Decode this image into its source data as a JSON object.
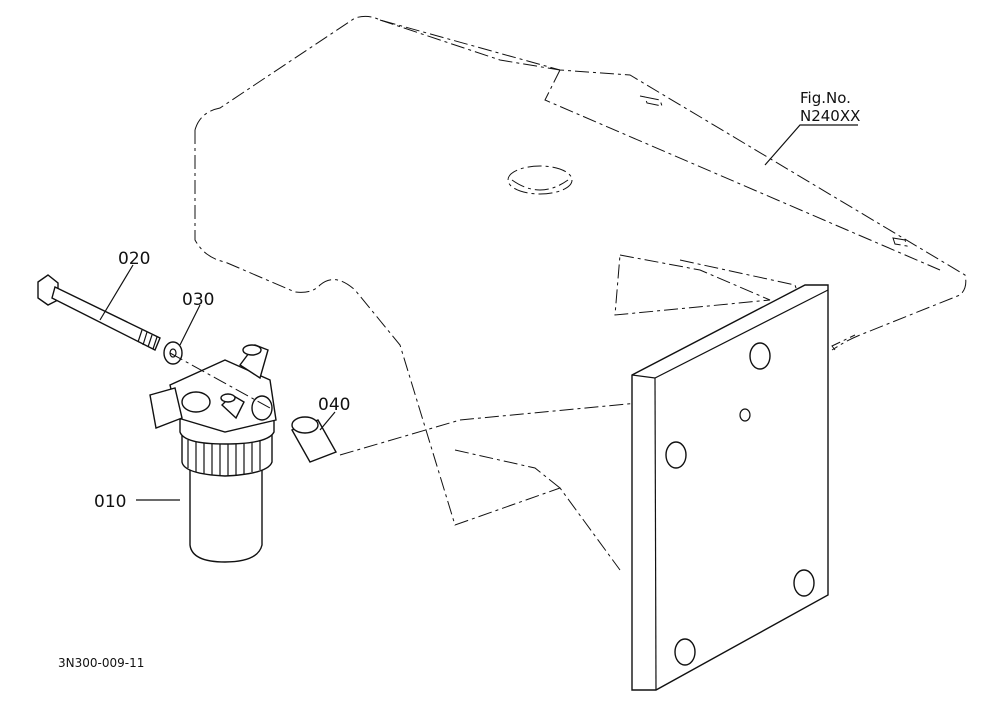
{
  "figure_ref": {
    "line1": "Fig.No.",
    "line2": "N240XX"
  },
  "callouts": [
    {
      "id": "010",
      "label": "010"
    },
    {
      "id": "020",
      "label": "020"
    },
    {
      "id": "030",
      "label": "030"
    },
    {
      "id": "040",
      "label": "040"
    }
  ],
  "drawing_code": "3N300-009-11"
}
